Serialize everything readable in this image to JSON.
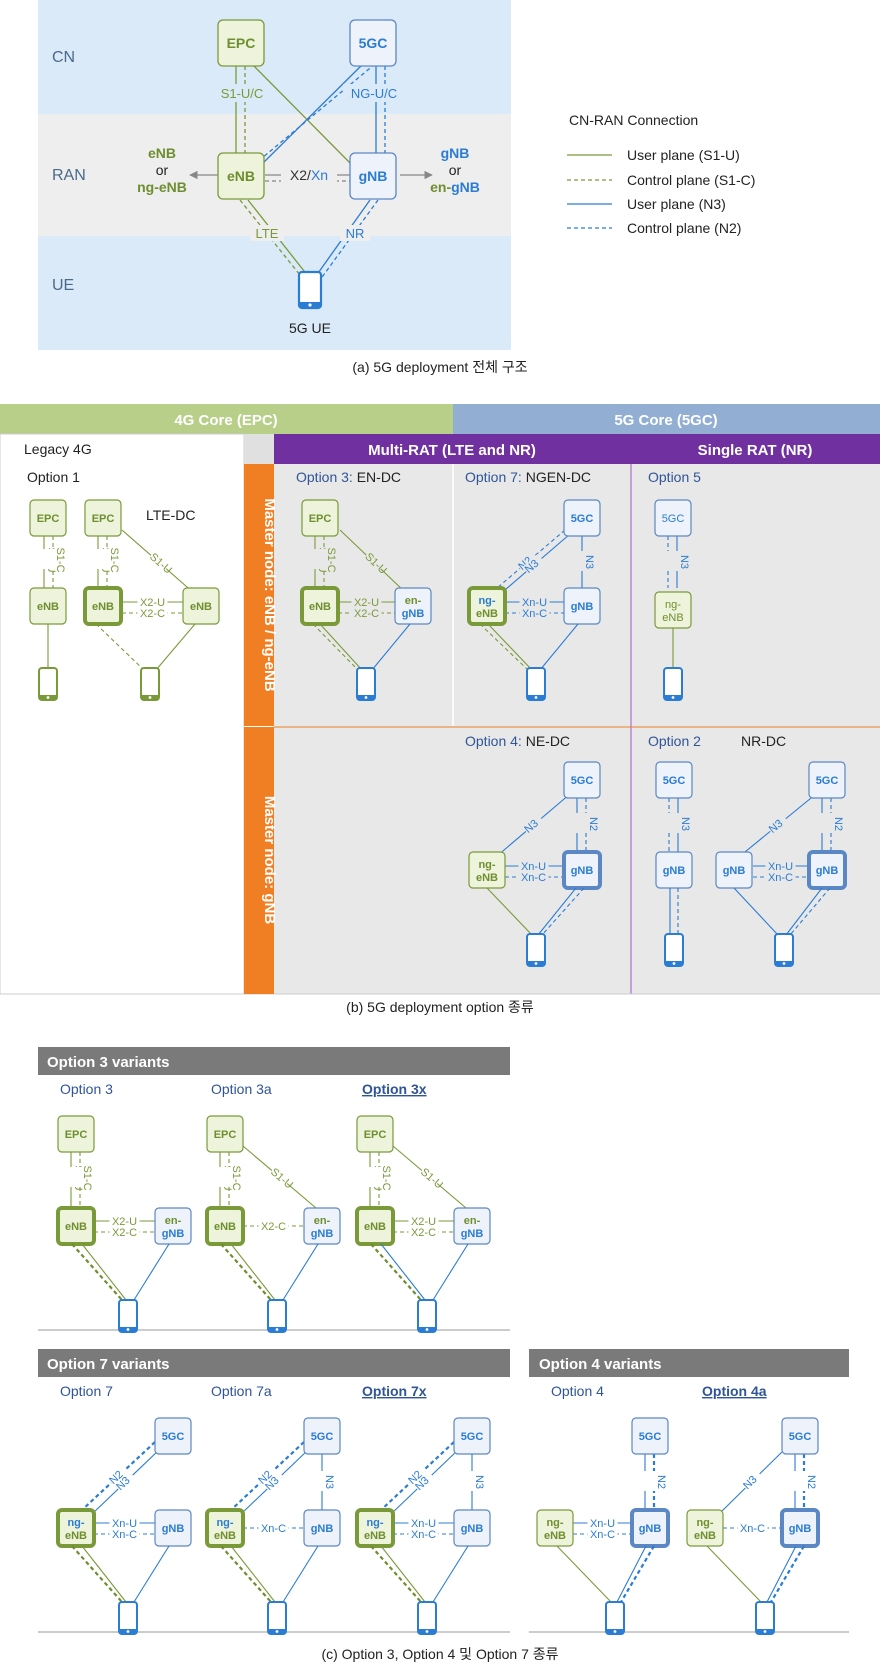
{
  "colors": {
    "lte": "#7a9a3a",
    "lte_dark": "#6f8f2f",
    "lte_fill": "#eef3dc",
    "nr": "#2b7cd3",
    "nr_dark": "#5b87c5",
    "nr_fill": "#eef3fb",
    "cn_band": "#dbeaf8",
    "ran_band": "#eeeeee",
    "header_green": "#b8cf8a",
    "header_blue": "#92afd3",
    "header_purple": "#7030a0",
    "side_orange": "#f07f23",
    "grey_panel": "#e8e8e8",
    "variant_header": "#7a7a7a",
    "label_blue": "#2f5597"
  },
  "icons": {
    "ue": "phone-icon"
  },
  "section_a": {
    "bands": {
      "cn": "CN",
      "ran": "RAN",
      "ue": "UE"
    },
    "epc": "EPC",
    "fivegc": "5GC",
    "enb": "eNB",
    "gnb": "gNB",
    "s1": "S1-U/C",
    "ng": "NG-U/C",
    "x2": "X2/",
    "xn": "Xn",
    "lte": "LTE",
    "nr": "NR",
    "ue_label": "5G UE",
    "left_l1": "eNB",
    "left_l2": "or",
    "left_l3": "ng-eNB",
    "right_l1": "gNB",
    "right_l2": "or",
    "right_l3a": "en-",
    "right_l3b": "gNB",
    "legend": {
      "title": "CN-RAN Connection",
      "items": [
        "User plane (S1-U)",
        "Control plane (S1-C)",
        "User plane (N3)",
        "Control plane (N2)"
      ]
    },
    "caption": "(a) 5G deployment 전체 구조"
  },
  "section_b": {
    "header_4g": "4G Core (EPC)",
    "header_5g": "5G Core (5GC)",
    "legacy": "Legacy 4G",
    "multi_rat": "Multi-RAT (LTE and NR)",
    "single_rat": "Single RAT (NR)",
    "master_enb": "Master node: eNB / ng-eNB",
    "master_gnb": "Master node: gNB",
    "option1": "Option 1",
    "lte_dc": "LTE-DC",
    "opt3_a": "Option 3: ",
    "opt3_b": "EN-DC",
    "opt7_a": "Option 7: ",
    "opt7_b": "NGEN-DC",
    "opt5": "Option 5",
    "opt4_a": "Option 4: ",
    "opt4_b": "NE-DC",
    "opt2": "Option 2",
    "nr_dc": "NR-DC",
    "caption": "(b) 5G deployment option 종류"
  },
  "section_c": {
    "opt3_header": "Option 3 variants",
    "opt7_header": "Option 7 variants",
    "opt4_header": "Option 4 variants",
    "opt3": "Option 3",
    "opt3a": "Option 3a",
    "opt3x": "Option 3x",
    "opt7": "Option 7",
    "opt7a": "Option 7a",
    "opt7x": "Option 7x",
    "opt4": "Option 4",
    "opt4a": "Option 4a",
    "caption": "(c) Option 3, Option 4 및 Option 7 종류"
  },
  "node_labels": {
    "epc": "EPC",
    "enb": "eNB",
    "gnb": "gNB",
    "fivegc": "5GC",
    "en": "en-",
    "ng": "ng-",
    "enb_lower": "eNB",
    "gnb_lower": "gNB"
  },
  "link_labels": {
    "s1u": "S1-U",
    "s1c": "S1-C",
    "x2u": "X2-U",
    "x2c": "X2-C",
    "xnu": "Xn-U",
    "xnc": "Xn-C",
    "n2": "N2",
    "n3": "N3"
  }
}
